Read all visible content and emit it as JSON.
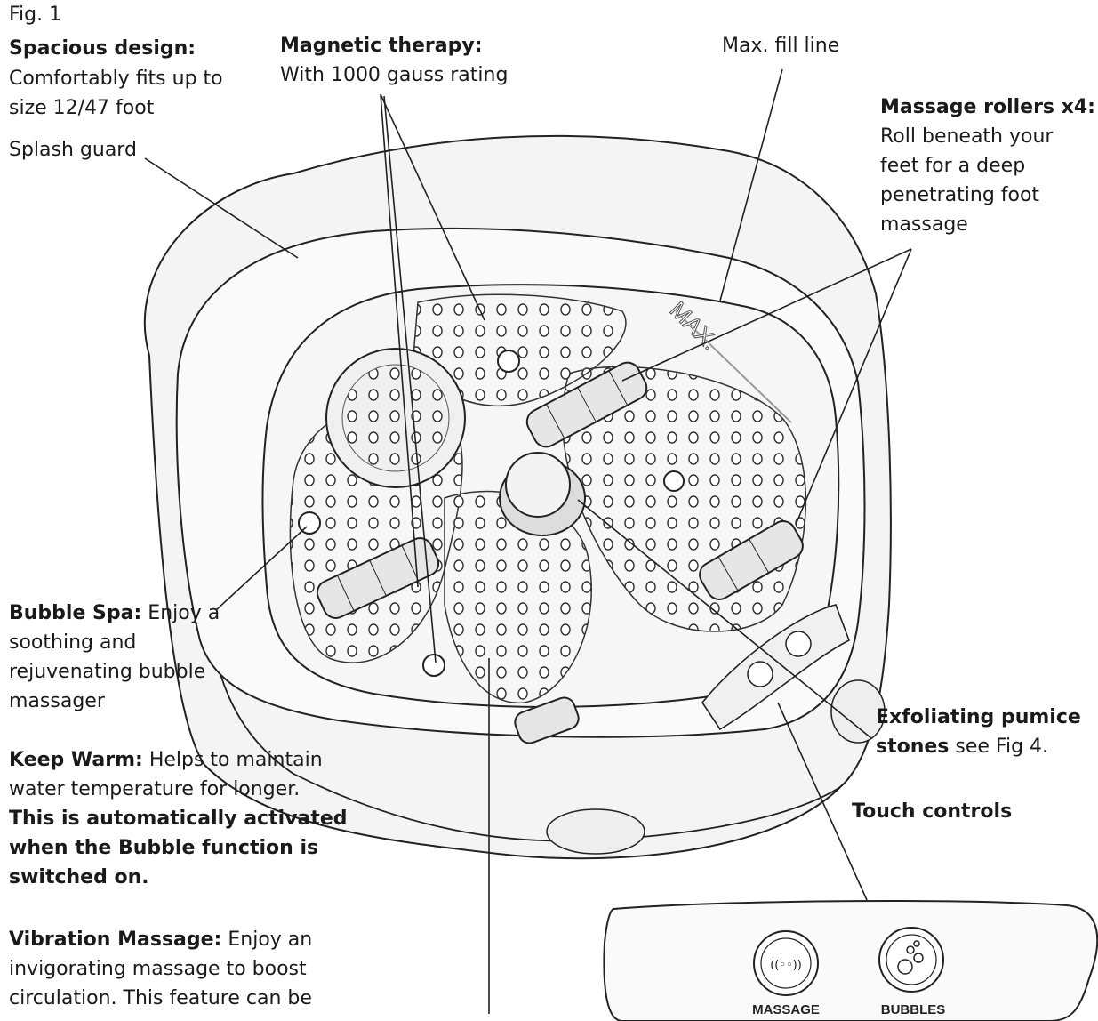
{
  "figure": {
    "label": "Fig. 1"
  },
  "callouts": {
    "spacious": {
      "title": "Spacious design:",
      "line1": "Comfortably fits up to",
      "line2": "size 12/47 foot"
    },
    "splash_guard": "Splash guard",
    "magnetic": {
      "title": "Magnetic therapy:",
      "text": "With 1000 gauss rating"
    },
    "max_fill": "Max. fill line",
    "rollers": {
      "title": "Massage rollers x4:",
      "line1": "Roll beneath your",
      "line2": "feet for a deep",
      "line3": "penetrating foot",
      "line4": "massage"
    },
    "bubble_spa": {
      "title": "Bubble Spa:",
      "line1": "Enjoy a",
      "line2": "soothing and",
      "line3": "rejuvenating bubble",
      "line4": "massager"
    },
    "keep_warm": {
      "title": "Keep Warm:",
      "line1": "Helps to maintain",
      "line2": "water temperature for longer.",
      "line3": "This is automatically activated",
      "line4": "when the Bubble function is",
      "line5": "switched on."
    },
    "vibration": {
      "title": "Vibration Massage:",
      "line1": "Enjoy an",
      "line2": "invigorating massage to boost",
      "line3": "circulation. This feature can be"
    },
    "pumice": {
      "line1": "Exfoliating pumice",
      "line2_bold": "stones",
      "line2_rest": "see Fig 4."
    },
    "touch_controls": "Touch controls"
  },
  "device": {
    "max_mark": "MAX."
  },
  "control_panel": {
    "massage_label": "MASSAGE",
    "bubbles_label": "BUBBLES",
    "massage_icon": "vibration-icon",
    "bubbles_icon": "bubbles-icon"
  }
}
